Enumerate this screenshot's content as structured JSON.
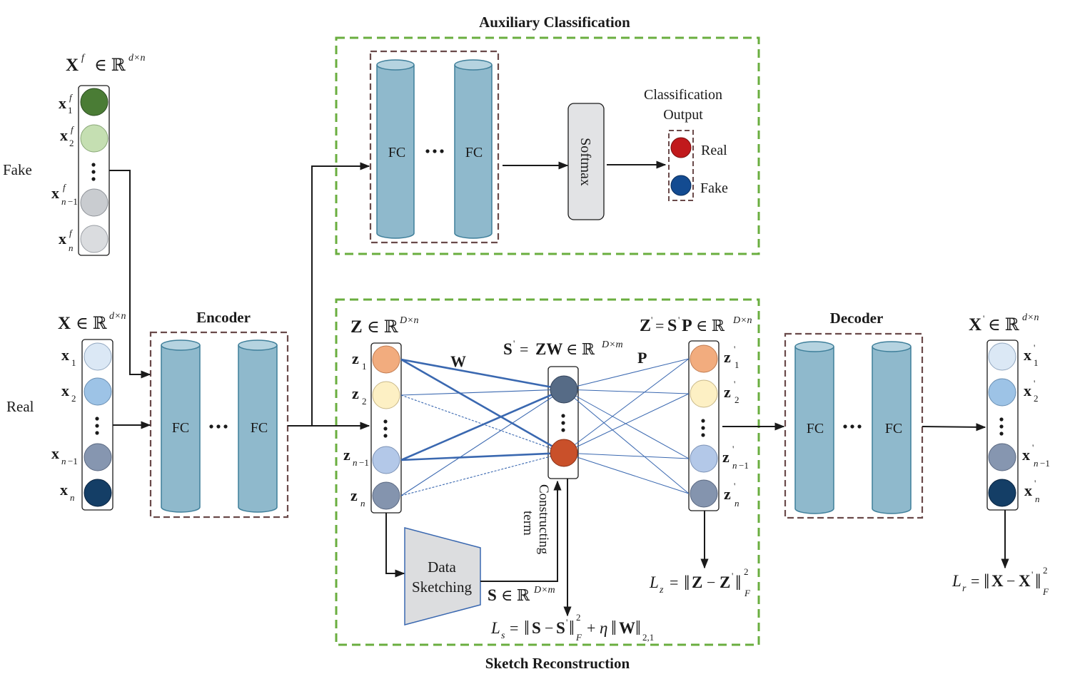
{
  "titles": {
    "aux": "Auxiliary Classification",
    "sketch": "Sketch Reconstruction",
    "encoder": "Encoder",
    "decoder": "Decoder"
  },
  "side_labels": {
    "fake": "Fake",
    "real": "Real"
  },
  "fc": "FC",
  "softmax": "Softmax",
  "classification": {
    "title_line1": "Classification",
    "title_line2": "Output",
    "real": "Real",
    "fake": "Fake"
  },
  "data_sketching": {
    "line1": "Data",
    "line2": "Sketching"
  },
  "constructing_term": {
    "line1": "Constructing",
    "line2": "term"
  },
  "edge_labels": {
    "w": "W",
    "p": "P"
  },
  "colors": {
    "dashed_green": "#6aae3f",
    "dashed_brown": "#6a4a4a",
    "cylinder_fill": "#8fb9cc",
    "cylinder_top": "#b5d3e0",
    "cylinder_stroke": "#3f7f9a",
    "link_blue": "#3a68b0",
    "fake_nodes": [
      "#4a7c35",
      "#c5dfb2",
      "#c9ccd0",
      "#dadcdf"
    ],
    "real_nodes": [
      "#dbe8f5",
      "#9dc3e6",
      "#8696b0",
      "#143e66"
    ],
    "z_nodes": [
      "#f2ac7e",
      "#fdf0c4",
      "#b3c8e8",
      "#8494ae"
    ],
    "s_nodes": [
      "#566b86",
      "#c9502a"
    ],
    "class_real": "#c1191c",
    "class_fake": "#134b91"
  }
}
